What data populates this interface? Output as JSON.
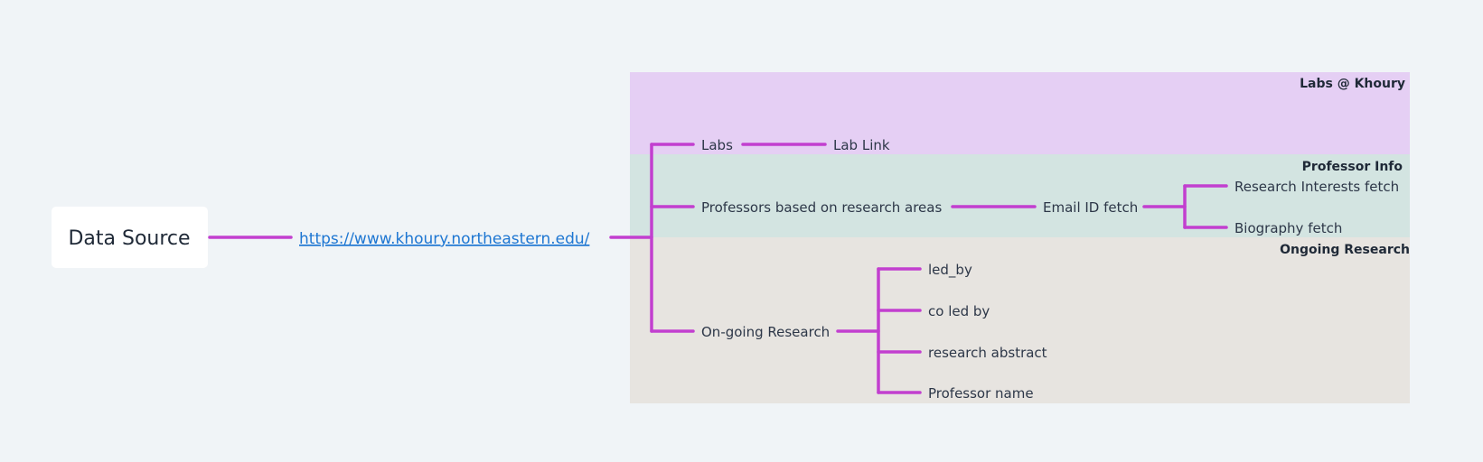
{
  "colors": {
    "background": "#f0f4f7",
    "connector": "#c23fcf",
    "labs_boundary": "#e5cff4",
    "professor_boundary": "#d3e4e1",
    "research_boundary": "#e7e4e0",
    "link": "#1d76d2"
  },
  "boundaries": {
    "labs": "Labs @ Khoury",
    "professor": "Professor Info",
    "research": "Ongoing Research"
  },
  "nodes": {
    "root": "Data Source",
    "url": "https://www.khoury.northeastern.edu/",
    "labs": "Labs",
    "lab_link": "Lab Link",
    "professors": "Professors based on research areas",
    "email": "Email ID fetch",
    "research_interests": "Research Interests fetch",
    "biography": "Biography fetch",
    "ongoing": "On-going Research",
    "led_by": "led_by",
    "co_led_by": "co led by",
    "abstract": "research abstract",
    "prof_name": "Professor name"
  }
}
